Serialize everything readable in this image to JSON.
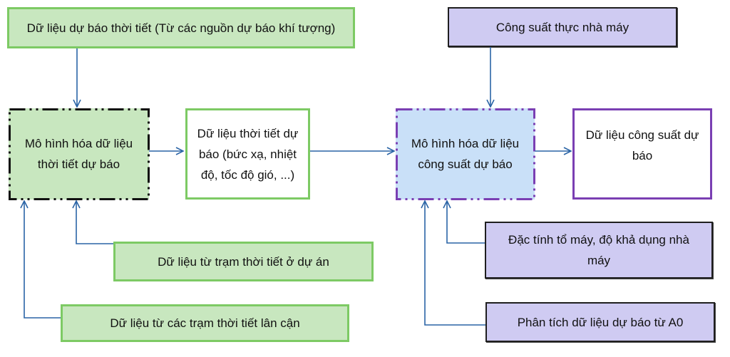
{
  "diagram": {
    "nodes": {
      "weather_forecast_sources": "Dữ liệu dự báo thời tiết (Từ các nguồn dự báo khí tượng)",
      "actual_plant_output": "Công suất thực nhà máy",
      "weather_model": "Mô hình hóa dữ liệu thời tiết dự báo",
      "forecast_weather_data": "Dữ liệu thời tiết dự báo (bức xạ, nhiệt độ, tốc độ gió, ...)",
      "power_model": "Mô hình hóa dữ liệu công suất dự báo",
      "forecast_power_data": "Dữ liệu công suất dự báo",
      "project_station_data": "Dữ liệu từ trạm thời tiết ở dự án",
      "nearby_stations_data": "Dữ liệu từ các trạm thời tiết lân cận",
      "unit_characteristics": "Đặc tính tổ máy, độ khả dụng nhà máy",
      "a0_forecast_analysis": "Phân tích dữ liệu dự báo từ A0"
    },
    "edges": [
      {
        "from": "weather_forecast_sources",
        "to": "weather_model"
      },
      {
        "from": "weather_model",
        "to": "forecast_weather_data"
      },
      {
        "from": "forecast_weather_data",
        "to": "power_model"
      },
      {
        "from": "power_model",
        "to": "forecast_power_data"
      },
      {
        "from": "actual_plant_output",
        "to": "power_model"
      },
      {
        "from": "project_station_data",
        "to": "weather_model"
      },
      {
        "from": "nearby_stations_data",
        "to": "weather_model"
      },
      {
        "from": "unit_characteristics",
        "to": "power_model"
      },
      {
        "from": "a0_forecast_analysis",
        "to": "power_model"
      }
    ],
    "colors": {
      "green_fill": "#c8e7bf",
      "green_border": "#7dca64",
      "purple_fill": "#cfcbf2",
      "blue_fill": "#c9e0f8",
      "purple_border": "#7a3fb3",
      "arrow": "#2a64a6"
    }
  }
}
